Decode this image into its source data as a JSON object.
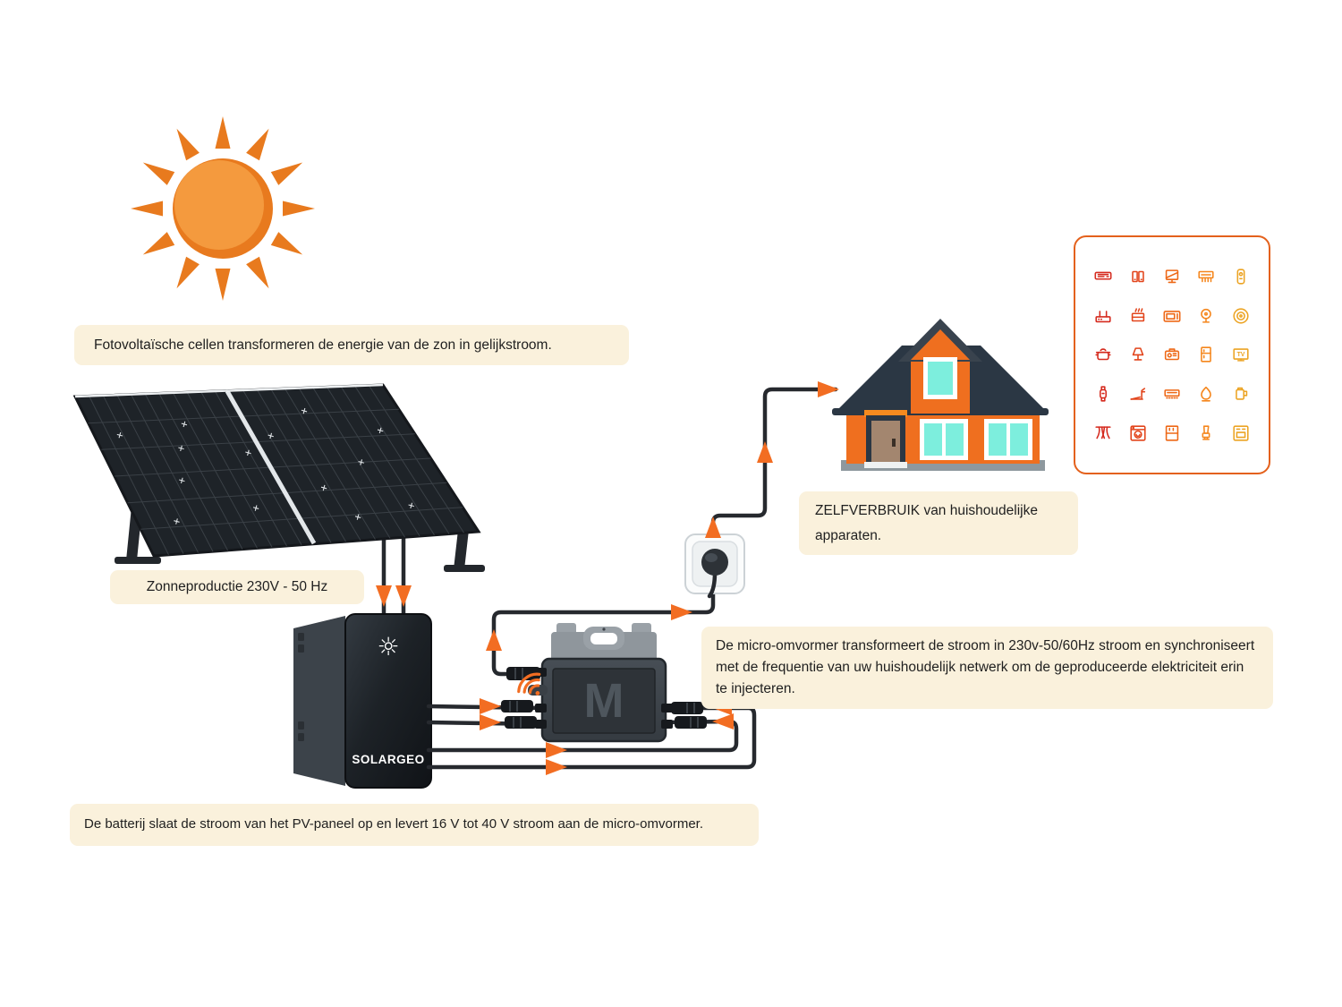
{
  "colors": {
    "accent_orange": "#f26d22",
    "cream_box": "#faf1dc",
    "wire": "#26292e",
    "house_orange": "#ef6f1f",
    "roof_slate": "#2b3744",
    "window_turquoise": "#7deedd",
    "sun_outer": "#e87a1e",
    "sun_inner": "#f49a3e",
    "panel_border": "#e4611c"
  },
  "captions": {
    "photovoltaic": "Fotovoltaïsche cellen transformeren de energie van de zon in gelijkstroom.",
    "production": "Zonneproductie 230V - 50 Hz",
    "self_consumption": "ZELFVERBRUIK van huishoudelijke apparaten.",
    "micro_inverter": "De micro-omvormer transformeert de stroom in 230v-50/60Hz stroom en synchroniseert met de frequentie van uw huishoudelijk netwerk om de geproduceerde elektriciteit erin te injecteren.",
    "battery": "De batterij slaat de stroom van het PV-paneel op en levert 16 V tot 40 V stroom aan de micro-omvormer."
  },
  "battery": {
    "brand": "SOLARGEO"
  },
  "inverter": {
    "logo_letter": "M"
  },
  "appliance_panel": {
    "tv_label": "TV",
    "column_colors": [
      "#d52a1e",
      "#e2441b",
      "#ee6816",
      "#f5861c",
      "#eca424"
    ],
    "icons": [
      [
        "air-conditioner",
        "mobile-phones",
        "desktop-computer",
        "heat-pump",
        "remote-control"
      ],
      [
        "wifi-router",
        "electric-heater",
        "microwave",
        "fan",
        "robot-vacuum"
      ],
      [
        "cooking-pot",
        "table-lamp",
        "radio",
        "refrigerator",
        "television"
      ],
      [
        "smartwatch",
        "treadmill",
        "air-conditioner-vent",
        "humidifier",
        "kettle"
      ],
      [
        "curtains",
        "washing-machine",
        "freezer",
        "blender",
        "oven"
      ]
    ]
  }
}
